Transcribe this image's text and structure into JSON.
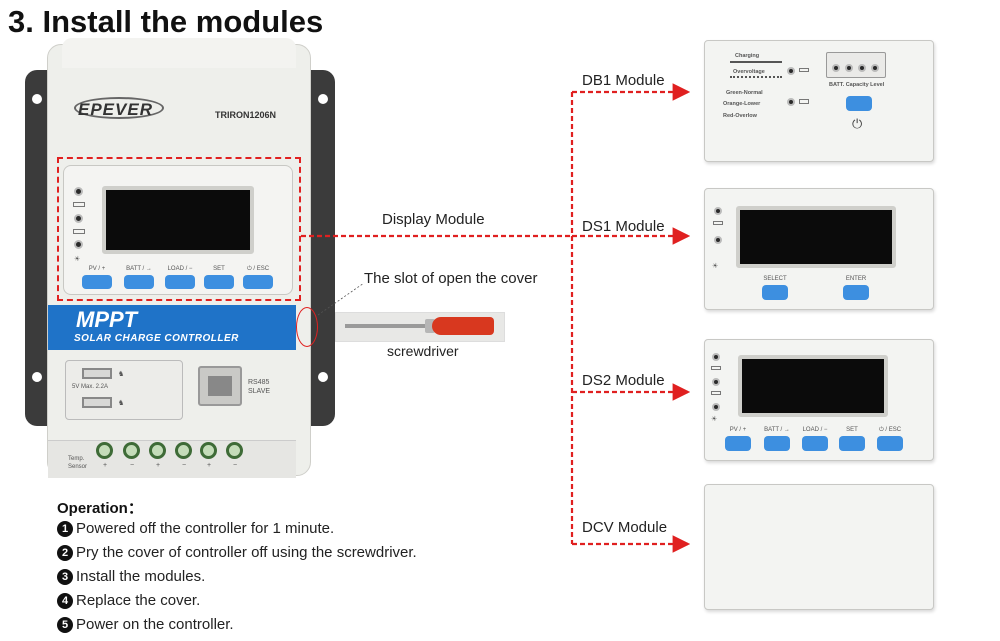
{
  "title": "3. Install the modules",
  "controller": {
    "brand": "EPEVER",
    "model": "TRIRON1206N",
    "mppt_title": "MPPT",
    "mppt_subtitle": "SOLAR CHARGE CONTROLLER",
    "buttons": [
      "PV / +",
      "BATT / →",
      "LOAD / −",
      "SET",
      "⏻ / ESC"
    ],
    "usb_label": "5V  Max. 2.2A",
    "rs485_label": "RS485\nSLAVE",
    "temp_label": "Temp.\nSensor",
    "terminal_signs": [
      "+",
      "−",
      "+",
      "−",
      "+",
      "−"
    ]
  },
  "labels": {
    "display_module": "Display Module",
    "slot": "The slot of open the cover",
    "screwdriver": "screwdriver"
  },
  "modules": {
    "db1": {
      "name": "DB1 Module",
      "charging": "Charging",
      "overvoltage": "Overvoltage",
      "green": "Green-Normal",
      "orange": "Orange-Lower",
      "red": "Red-Overlow",
      "capacity": "BATT. Capacity Level"
    },
    "ds1": {
      "name": "DS1 Module",
      "buttons": [
        "SELECT",
        "ENTER"
      ]
    },
    "ds2": {
      "name": "DS2 Module",
      "buttons": [
        "PV / +",
        "BATT / →",
        "LOAD / −",
        "SET",
        "⏻ / ESC"
      ]
    },
    "dcv": {
      "name": "DCV Module"
    }
  },
  "operation": {
    "heading": "Operation：",
    "steps": [
      {
        "num": "1",
        "text": "Powered off the controller for 1 minute."
      },
      {
        "num": "2",
        "text": "Pry the cover of controller off using the screwdriver."
      },
      {
        "num": "3",
        "text": "Install the modules."
      },
      {
        "num": "4",
        "text": "Replace the cover."
      },
      {
        "num": "5",
        "text": "Power on the controller."
      }
    ]
  },
  "colors": {
    "accent_blue": "#1f73c8",
    "button_blue": "#3d8fe0",
    "dash_red": "#e02020"
  }
}
